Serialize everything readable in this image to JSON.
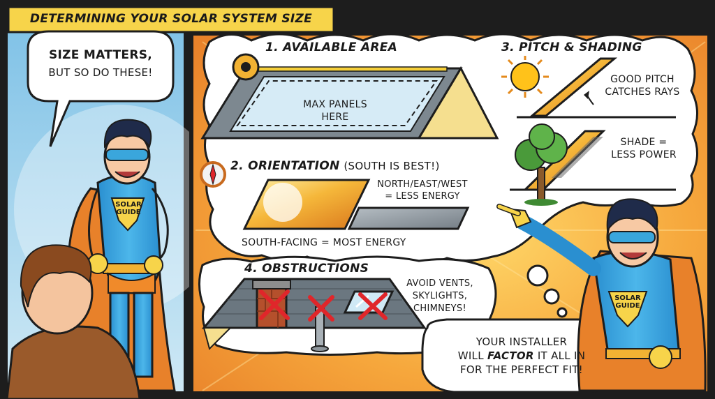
{
  "title": "DETERMINING YOUR SOLAR SYSTEM SIZE",
  "left_panel": {
    "speech_line1": "SIZE MATTERS,",
    "speech_line2": "BUT SO DO THESE!",
    "hero_badge_line1": "SOLAR",
    "hero_badge_line2": "GUIDE"
  },
  "section1": {
    "heading": "1. AVAILABLE AREA",
    "label_line1": "MAX PANELS",
    "label_line2": "HERE"
  },
  "section2": {
    "heading_prefix": "2. ORIENTATION",
    "heading_note": "(SOUTH IS BEST!)",
    "other_line1": "NORTH/EAST/WEST",
    "other_line2": "= LESS ENERGY",
    "south_label": "SOUTH-FACING = MOST ENERGY"
  },
  "section3": {
    "heading": "3. PITCH & SHADING",
    "pitch_line1": "GOOD PITCH",
    "pitch_line2": "CATCHES RAYS",
    "shade_line1": "SHADE =",
    "shade_line2": "LESS POWER"
  },
  "section4": {
    "heading": "4. OBSTRUCTIONS",
    "note_line1": "AVOID VENTS,",
    "note_line2": "SKYLIGHTS,",
    "note_line3": "CHIMNEYS!"
  },
  "closing": {
    "line1": "YOUR INSTALLER",
    "line2_pre": "WILL ",
    "line2_em": "FACTOR",
    "line2_post": " IT ALL IN",
    "line3": "FOR THE PERFECT FIT!"
  },
  "colors": {
    "panel_border": "#1d1d1d",
    "sky_blue": "#8fcbe8",
    "burst_orange": "#f0962e",
    "banner_yellow": "#f7d44a",
    "hero_blue": "#3aa6dc",
    "cape_orange": "#e8812a",
    "roof_gray": "#6b7780",
    "sun_yellow": "#ffc21a",
    "red_x": "#e0262a",
    "tree_green": "#4a9a3a"
  }
}
